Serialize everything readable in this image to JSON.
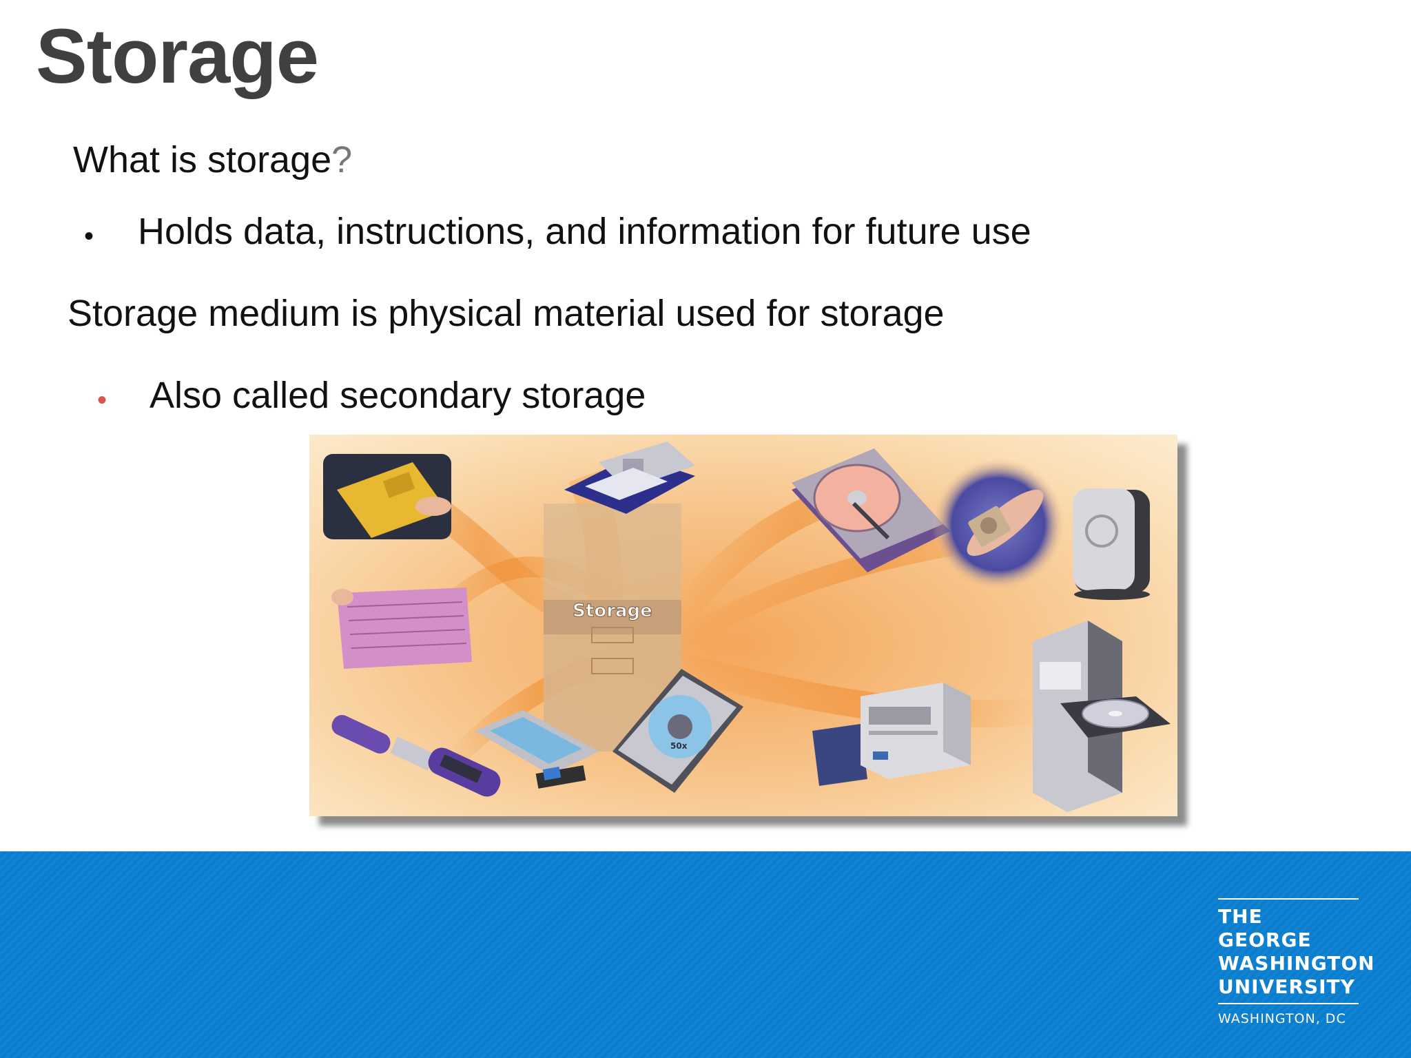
{
  "slide": {
    "title": "Storage",
    "question": "What is storage",
    "question_mark": "?",
    "bullet_1": "Holds data, instructions, and information for future use",
    "paragraph_2": "Storage medium is physical material used for storage",
    "bullet_2": "Also called secondary storage",
    "bullet_symbol": "•"
  },
  "photo": {
    "center_label": "Storage",
    "cd_label": "50x"
  },
  "logo": {
    "line1": "THE GEORGE",
    "line2": "WASHINGTON",
    "line3": "UNIVERSITY",
    "location": "WASHINGTON, DC"
  },
  "colors": {
    "title": "#404040",
    "footer": "#0a7fd1",
    "accent_bullet": "#d9534f"
  }
}
